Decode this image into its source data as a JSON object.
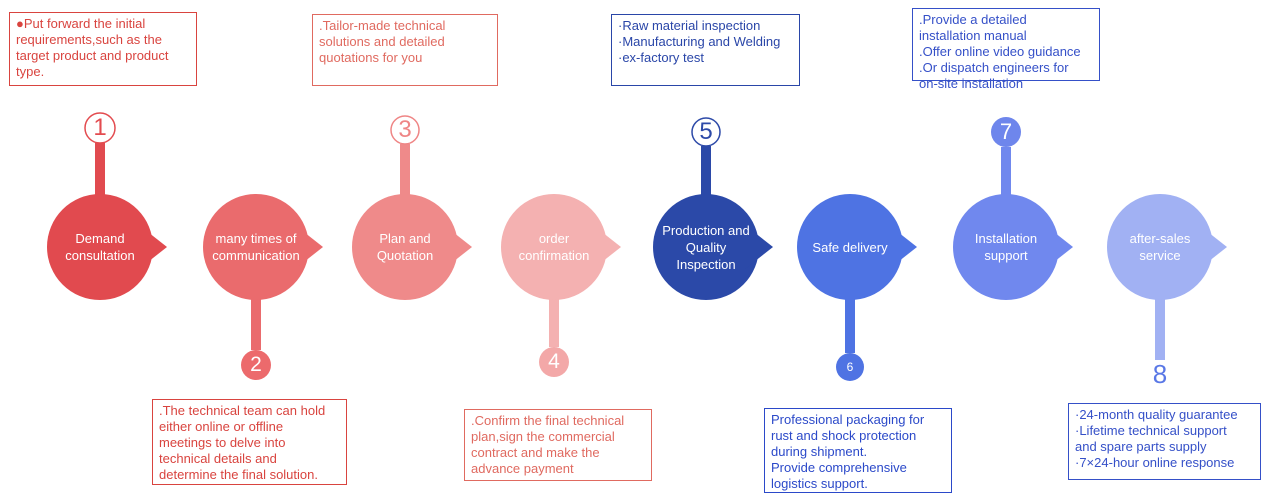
{
  "steps": [
    {
      "number": "1",
      "title": "Demand\nconsultation",
      "color": "#e14a4f",
      "num_color": "#e34b4f",
      "num_style": "outline",
      "note_color": "#d9443f",
      "note": [
        "●Put forward the initial",
        "requirements,such as the",
        "target product and product",
        "type."
      ]
    },
    {
      "number": "2",
      "title": "many times of\ncommunication",
      "color": "#ea6b6d",
      "num_color": "#ec6a6c",
      "num_style": "filled",
      "note_color": "#d9443f",
      "note": [
        ".The technical team can hold",
        "either online or offline",
        "meetings to delve into",
        "technical details and",
        "determine the final solution."
      ]
    },
    {
      "number": "3",
      "title": "Plan and\nQuotation",
      "color": "#ef8a8a",
      "num_color": "#ef8585",
      "num_style": "outline",
      "note_color": "#e06a60",
      "note": [
        ".Tailor-made technical",
        "solutions and detailed",
        "quotations for you"
      ]
    },
    {
      "number": "4",
      "title": "order\nconfirmation",
      "color": "#f4b1b1",
      "num_color": "#f3a8a8",
      "num_style": "filled",
      "note_color": "#e06a60",
      "note": [
        ".Confirm the final technical",
        "plan,sign the commercial",
        "contract and make the",
        "advance payment"
      ]
    },
    {
      "number": "5",
      "title": "Production and\nQuality\nInspection",
      "color": "#2b49a8",
      "num_color": "#2d4aa8",
      "num_style": "outline",
      "note_color": "#2a46a8",
      "note": [
        "·Raw material inspection",
        "·Manufacturing and Welding",
        "·ex-factory test"
      ]
    },
    {
      "number": "6",
      "title": "Safe delivery",
      "color": "#4e73e3",
      "num_color": "#4f73e3",
      "num_style": "filled",
      "note_color": "#2b49c9",
      "note": [
        "Professional packaging for",
        "rust and shock protection",
        "during shipment.",
        "Provide comprehensive",
        "logistics support."
      ]
    },
    {
      "number": "7",
      "title": "Installation\nsupport",
      "color": "#7088ee",
      "num_color": "#6e86ec",
      "num_style": "filled",
      "note_color": "#3550c8",
      "note": [
        ".Provide a detailed",
        "installation manual",
        ".Offer online video guidance",
        ".Or dispatch engineers for",
        "on-site installation"
      ]
    },
    {
      "number": "8",
      "title": "after-sales\nservice",
      "color": "#a1b1f3",
      "num_color": "#5a78e6",
      "num_style": "plain",
      "note_color": "#3550c8",
      "note": [
        "·24-month quality guarantee",
        "·Lifetime technical support",
        "and spare parts supply",
        "·7×24-hour online response"
      ]
    }
  ]
}
